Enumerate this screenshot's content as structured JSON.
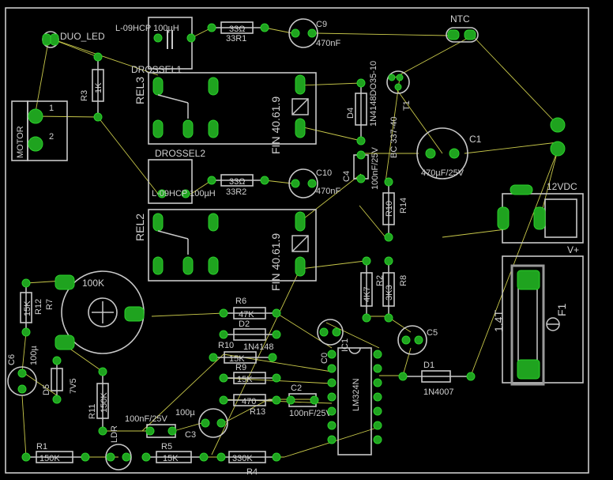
{
  "board": {
    "background": "#000000",
    "outline_color": "#d8d8d8",
    "airwire_color": "#c8c84a",
    "pad_color": "#1fa31f",
    "body_color": "#c8c8c8"
  },
  "labels": {
    "duo_led": "DUO_LED",
    "l09hcp_1": "L-09HCP 100µH",
    "drossel1": "DROSSEL1",
    "r33_1": "33Ω",
    "r33_1_name": "33R1",
    "c9": "C9",
    "c9_val": "470nF",
    "ntc": "NTC",
    "rel3": "REL3",
    "fin1": "FIN 40.61.9",
    "d4": "D4",
    "d4_val": "1N4148DO35-10",
    "bc": "BC 337-40",
    "t1": "T1",
    "c4": "C4",
    "c4_val": "100nF/25V",
    "c1": "C1",
    "c1_val": "470µF/25V",
    "r3": "R3",
    "r3_val": "1K",
    "motor": "MOTOR",
    "pin1": "1",
    "pin2": "2",
    "drossel2": "DROSSEL2",
    "l09hcp_2": "L-09HCP 100µH",
    "r33_2": "33Ω",
    "r33_2_name": "33R2",
    "c10": "C10",
    "c10_val": "470nF",
    "r10": "R10",
    "r14": "R14",
    "dc12": "12VDC",
    "vplus": "V+",
    "rel2": "REL2",
    "fin2": "FIN 40.61.9",
    "r100k": "100K",
    "r7": "R7",
    "r12": "R12",
    "r12_val": "15K",
    "r6": "R6",
    "r6_val": "47K",
    "d2": "D2",
    "d2_val": "1N4148",
    "r10_b": "R10",
    "r15k": "15K",
    "r9": "R9",
    "r9_val": "15K",
    "r7_val_r": "4K7",
    "r2": "R2",
    "r2_val": "3K3",
    "r8": "R8",
    "c5": "C5",
    "lm324": "LM324N",
    "ic1": "IC1",
    "c6": "C6",
    "c6_val": "100µ",
    "d5": "D5",
    "d5_val": "7V5",
    "r11": "R11",
    "r11_val": "150K",
    "ldr": "LDR",
    "c100nf": "100nF/25V",
    "c100u": "100µ",
    "c3": "C3",
    "r470": "470",
    "r13": "R13",
    "c2": "C2",
    "c2_val": "100nF/25V",
    "d1": "D1",
    "d1_val": "1N4007",
    "r1": "R1",
    "r1_val": "150K",
    "r5": "R5",
    "r5_val": "15K",
    "r4": "R4",
    "r4_val": "330K",
    "f1": "F1",
    "f1_val": "1.4T",
    "c0": "C0"
  }
}
